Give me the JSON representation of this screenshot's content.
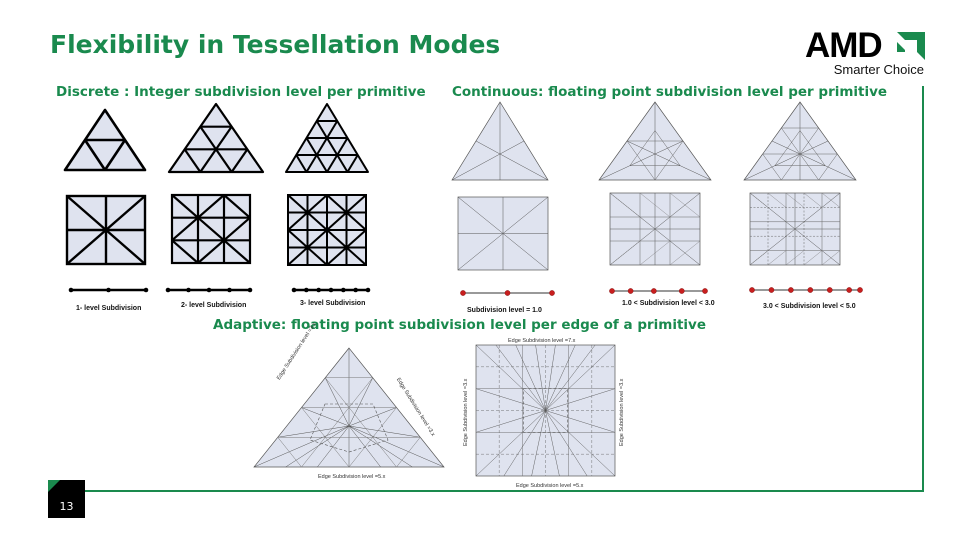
{
  "slide": {
    "title": "Flexibility in Tessellation Modes",
    "page_number": "13"
  },
  "logo": {
    "wordmark": "AMD",
    "tagline": "Smarter Choice"
  },
  "sections": {
    "discrete": "Discrete : Integer subdivision level per primitive",
    "continuous": "Continuous: floating point subdivision level per primitive",
    "adaptive": "Adaptive: floating point subdivision level per edge of a primitive"
  },
  "discrete_labels": [
    "1-    level Subdivision",
    "2-    level Subdivision",
    "3-  level Subdivision"
  ],
  "continuous_labels": [
    "Subdivision  level = 1.0",
    "1.0 < Subdivision  level < 3.0",
    "3.0 < Subdivision  level < 5.0"
  ],
  "adaptive_labels": {
    "tri_left": "Edge Subdivision level =3.x",
    "tri_right": "Edge Subdivision level =3.x",
    "tri_bottom": "Edge Subdivision level =5.x",
    "quad_top": "Edge Subdivision level =7.x",
    "quad_left": "Edge Subdivision level =3.x",
    "quad_right": "Edge Subdivision level =3.x",
    "quad_bottom": "Edge Subdivision level =5.x"
  },
  "colors": {
    "accent": "#1a8a4e",
    "fill": "#dfe3ef",
    "dot": "#c81e1e"
  }
}
